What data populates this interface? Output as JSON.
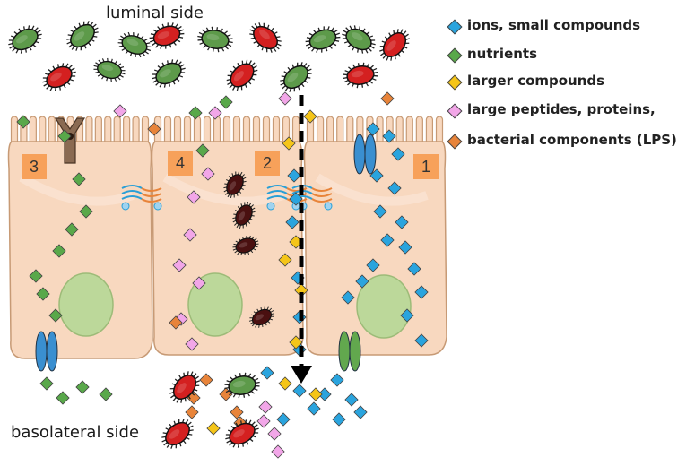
{
  "labels": {
    "luminal": "luminal side",
    "basolateral": "basolateral side"
  },
  "pathways": [
    "1",
    "2",
    "3",
    "4"
  ],
  "legend": [
    {
      "label": "ions, small compounds",
      "color": "#2aa4de"
    },
    {
      "label": "nutrients",
      "color": "#59a84a"
    },
    {
      "label": "larger compounds",
      "color": "#f5c518"
    },
    {
      "label": "large peptides, proteins,",
      "color": "#f2a6e8"
    },
    {
      "label": "bacterial components (LPS)",
      "color": "#e8843a"
    }
  ],
  "colors": {
    "cell_fill": "#f8d8bf",
    "cell_stroke": "#c79a75",
    "nucleus": "#bcd89a",
    "bacteria_red": "#d42020",
    "bacteria_green": "#5d9a4a",
    "bacteria_dark": "#4a1010",
    "tight_junction": "#2a9fd6",
    "channel_blue": "#3a8fd0",
    "channel_green": "#62a84e",
    "receptor_brown": "#8a6a52"
  },
  "icons": [
    "bacterium-icon",
    "ion-channel-icon",
    "transporter-icon",
    "receptor-icon",
    "tight-junction-icon",
    "transport-arrow-icon"
  ]
}
